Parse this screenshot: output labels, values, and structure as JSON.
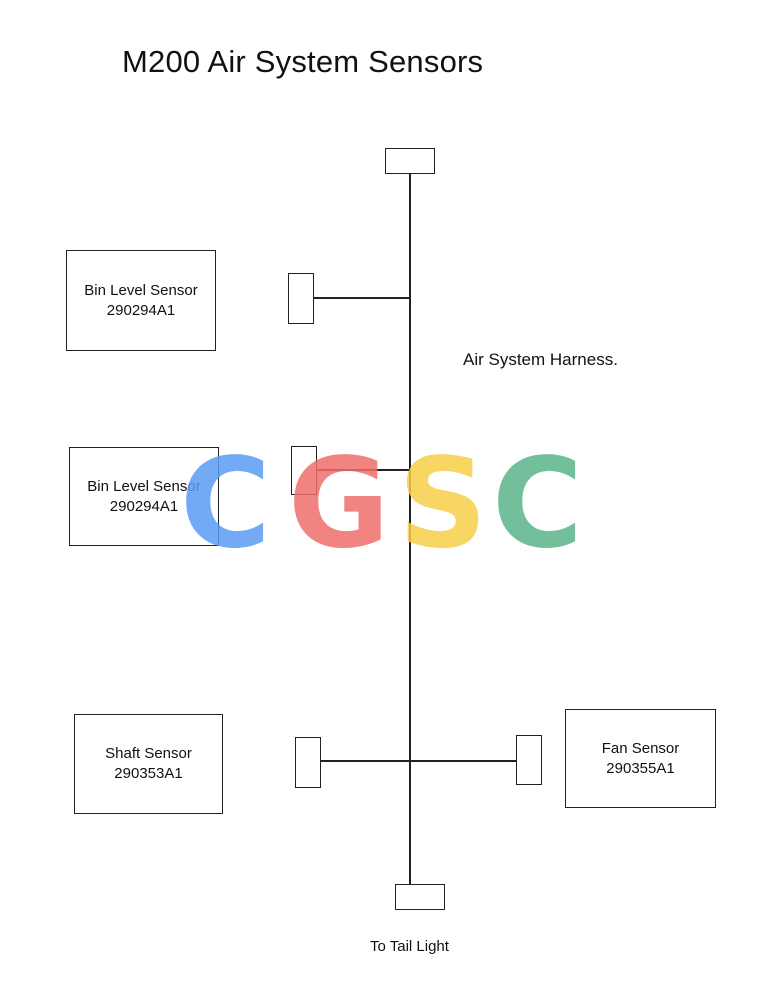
{
  "diagram": {
    "title": "M200 Air System Sensors",
    "harness_label": "Air System Harness.",
    "tail_label": "To Tail Light",
    "sensors": [
      {
        "name": "Bin Level Sensor",
        "part": "290294A1"
      },
      {
        "name": "Bin Level Sensor",
        "part": "290294A1"
      },
      {
        "name": "Shaft Sensor",
        "part": "290353A1"
      },
      {
        "name": "Fan Sensor",
        "part": "290355A1"
      }
    ]
  },
  "watermark": {
    "letters": [
      "C",
      "G",
      "S",
      "C"
    ],
    "colors": [
      "#5b9cf5",
      "#ef6f6c",
      "#f6cf4a",
      "#5cb58a"
    ]
  }
}
